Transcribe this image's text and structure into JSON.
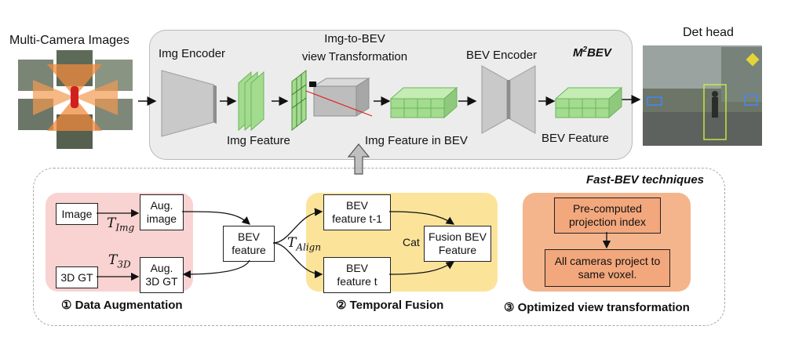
{
  "top": {
    "multi_camera_label": "Multi-Camera Images",
    "img_encoder_label": "Img Encoder",
    "img_feature_label": "Img Feature",
    "img_to_bev_label_line1": "Img-to-BEV",
    "img_to_bev_label_line2": "view Transformation",
    "img_feature_bev_label": "Img Feature in BEV",
    "bev_encoder_label": "BEV Encoder",
    "bev_feature_label": "BEV Feature",
    "m2bev_base": "M",
    "m2bev_sup": "2",
    "m2bev_rest": "BEV",
    "det_head_label": "Det head"
  },
  "bottom": {
    "title": "Fast-BEV techniques",
    "aug": {
      "image": "Image",
      "aug_image_line1": "Aug.",
      "aug_image_line2": "image",
      "gt": "3D GT",
      "aug_gt_line1": "Aug.",
      "aug_gt_line2": "3D GT",
      "t_img_base": "T",
      "t_img_sub": "Img",
      "t_3d_base": "T",
      "t_3d_sub": "3D",
      "caption": "① Data Augmentation"
    },
    "bev_feature_line1": "BEV",
    "bev_feature_line2": "feature",
    "t_align_base": "T",
    "t_align_sub": "Align",
    "temporal": {
      "prev_line1": "BEV",
      "prev_line2": "feature t-1",
      "curr_line1": "BEV",
      "curr_line2": "feature t",
      "cat": "Cat",
      "fusion_line1": "Fusion BEV",
      "fusion_line2": "Feature",
      "caption": "② Temporal Fusion"
    },
    "optimized": {
      "box1_line1": "Pre-computed",
      "box1_line2": "projection index",
      "box2_line1": "All cameras project to",
      "box2_line2": "same voxel.",
      "caption": "③ Optimized view transformation"
    }
  },
  "colors": {
    "aug_zone": "#f8d3d2",
    "temporal_zone": "#fbe49a",
    "optimized_zone": "#f4b58c",
    "optimized_box": "#f3a77c",
    "green": "#a3dc8f",
    "green_dark": "#6db35c"
  }
}
